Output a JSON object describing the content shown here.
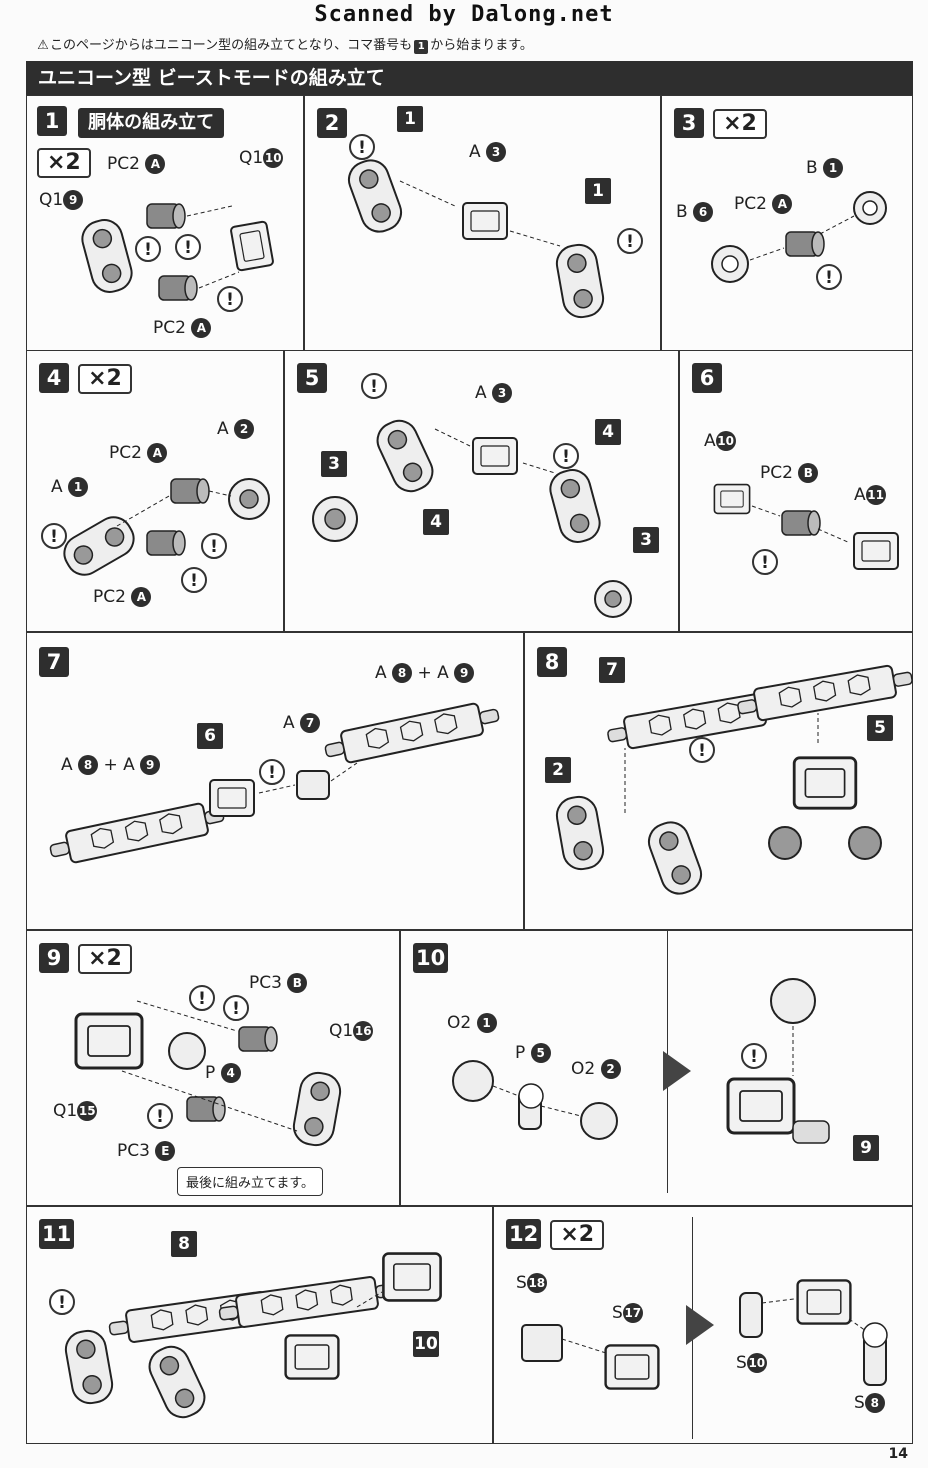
{
  "scan_credit": "Scanned by Dalong.net",
  "notice": {
    "before": "このページからはユニコーン型の組み立てとなり、コマ番号も",
    "step_ref": "1",
    "after": "から始まります。"
  },
  "section_title": "ユニコーン型 ビーストモードの組み立て",
  "warning_mark": "!",
  "multiplier": "×2",
  "arrow_icon": "right-arrow-icon",
  "steps": {
    "s1": {
      "number": "1",
      "title": "胴体の組み立て",
      "multiplier": "×2",
      "labels": {
        "pc2a_top": "PC2",
        "pc2a_top_c": "A",
        "q1_10": "Q1",
        "q1_10_c": "10",
        "q1_9": "Q1",
        "q1_9_c": "9",
        "pc2a_bot": "PC2",
        "pc2a_bot_c": "A"
      }
    },
    "s2": {
      "number": "2",
      "ref_top": "1",
      "ref_bottom": "1",
      "a3": "A",
      "a3_c": "3"
    },
    "s3": {
      "number": "3",
      "multiplier": "×2",
      "b1": "B",
      "b1_c": "1",
      "b6": "B",
      "b6_c": "6",
      "pc2a": "PC2",
      "pc2a_c": "A"
    },
    "s4": {
      "number": "4",
      "multiplier": "×2",
      "a2": "A",
      "a2_c": "2",
      "pc2a_top": "PC2",
      "pc2a_top_c": "A",
      "a1": "A",
      "a1_c": "1",
      "pc2a_bot": "PC2",
      "pc2a_bot_c": "A"
    },
    "s5": {
      "number": "5",
      "a3": "A",
      "a3_c": "3",
      "ref3_left": "3",
      "ref4_left": "4",
      "ref4_right": "4",
      "ref3_right": "3"
    },
    "s6": {
      "number": "6",
      "a10": "A",
      "a10_c": "10",
      "pc2b": "PC2",
      "pc2b_c": "B",
      "a11": "A",
      "a11_c": "11"
    },
    "s7": {
      "number": "7",
      "a8a9_right": "A",
      "a8a9_right_c1": "8",
      "plus": "+",
      "a8a9_right_a2": "A",
      "a8a9_right_c2": "9",
      "a7": "A",
      "a7_c": "7",
      "ref6": "6",
      "a8a9_left": "A",
      "a8a9_left_c1": "8",
      "a8a9_left_a2": "A",
      "a8a9_left_c2": "9"
    },
    "s8": {
      "number": "8",
      "ref7": "7",
      "ref2": "2",
      "ref5": "5"
    },
    "s9": {
      "number": "9",
      "multiplier": "×2",
      "pc3b": "PC3",
      "pc3b_c": "B",
      "q1_16": "Q1",
      "q1_16_c": "16",
      "p4": "P",
      "p4_c": "4",
      "q1_15": "Q1",
      "q1_15_c": "15",
      "pc3e": "PC3",
      "pc3e_c": "E",
      "callout": "最後に組み立てます。"
    },
    "s10": {
      "number": "10",
      "o2_1": "O2",
      "o2_1_c": "1",
      "p5": "P",
      "p5_c": "5",
      "o2_2": "O2",
      "o2_2_c": "2",
      "ref9": "9"
    },
    "s11": {
      "number": "11",
      "ref8": "8",
      "ref10": "10"
    },
    "s12": {
      "number": "12",
      "multiplier": "×2",
      "s18": "S",
      "s18_c": "18",
      "s17": "S",
      "s17_c": "17",
      "s10": "S",
      "s10_c": "10",
      "s8": "S",
      "s8_c": "8"
    }
  },
  "page_number": "14"
}
